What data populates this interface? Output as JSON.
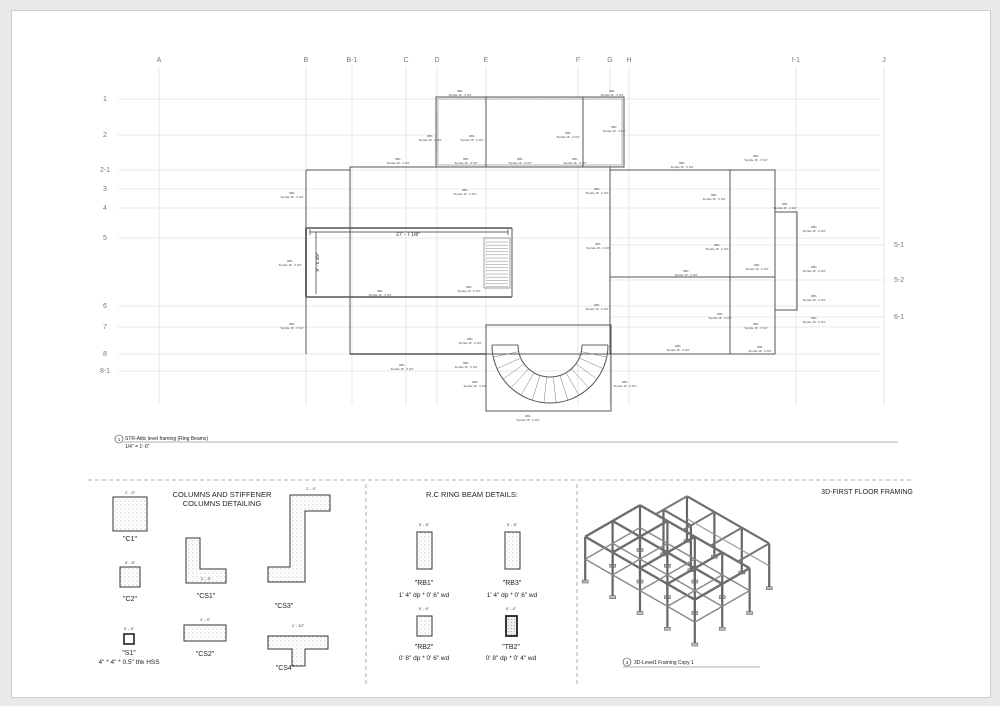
{
  "grid": {
    "columns": [
      "A",
      "B",
      "B-1",
      "C",
      "D",
      "E",
      "F",
      "G",
      "H",
      "I-1",
      "J"
    ],
    "rows": [
      "1",
      "2",
      "2-1",
      "3",
      "4",
      "5",
      "6",
      "7",
      "8",
      "8-1"
    ],
    "right_rows": [
      "5-1",
      "5-2",
      "6-1"
    ]
  },
  "plan": {
    "beam_tag": "RB1",
    "beam_note": "Top Ele 16' - 0 3/4\"",
    "dim_width": "27' - 7 1/8\"",
    "dim_height": "8' - 5 3/8\"",
    "view_number": "1",
    "view_title": "STR-Attic level framing (Ring Beams)",
    "view_scale": "1/4\" = 1'-0\""
  },
  "columns_section": {
    "title_line1": "COLUMNS AND STIFFENER",
    "title_line2": "COLUMNS DETAILING",
    "items": [
      {
        "label": "\"C1\"",
        "dim": "1' - 0\""
      },
      {
        "label": "\"C2\"",
        "dim": "0' - 8\""
      },
      {
        "label": "\"S1\"",
        "dim": "0' - 4\""
      },
      {
        "label": "\"CS1\"",
        "dim": "1' - 4\""
      },
      {
        "label": "\"CS2\"",
        "dim": "1' - 4\""
      },
      {
        "label": "\"CS3\"",
        "dim": "1' - 4\""
      },
      {
        "label": "\"CS4\"",
        "dim": "1' - 10\""
      }
    ],
    "s1_spec": "4\" * 4\" * 0.5\" thk HSS"
  },
  "beams_section": {
    "title": "R.C RING BEAM DETAILS:",
    "items": [
      {
        "label": "\"RB1\"",
        "spec": "1' 4\" dp * 0' 6\" wd",
        "dim": "0' - 6\""
      },
      {
        "label": "\"RB3\"",
        "spec": "1' 4\" dp * 0' 6\" wd",
        "dim": "0' - 6\""
      },
      {
        "label": "\"RB2\"",
        "spec": "0' 8\" dp * 0' 6\" wd",
        "dim": "0' - 6\""
      },
      {
        "label": "\"TB2\"",
        "spec": "0' 8\" dp * 0' 4\" wd",
        "dim": "0' - 4\""
      }
    ]
  },
  "framing_3d": {
    "title": "3D-FIRST FLOOR FRAMING",
    "view_number": "3",
    "view_caption": "3D-Level1 Framing Copy 1"
  },
  "colors": {
    "line": "#555555",
    "grid": "#bdbdbd",
    "hatch": "#9a9a9a"
  }
}
